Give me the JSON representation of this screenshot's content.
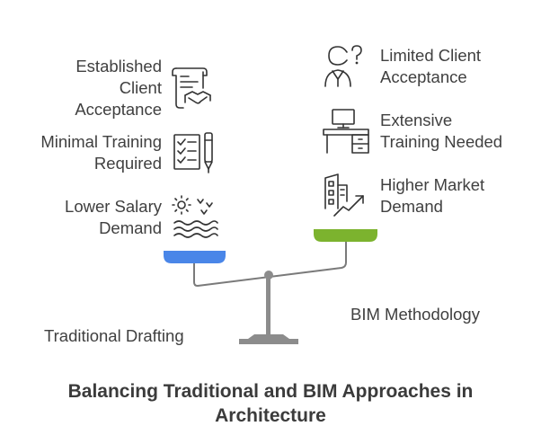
{
  "left": {
    "name": "Traditional Drafting",
    "pan_color": "#4a86e8",
    "items": [
      {
        "lines": [
          "Established",
          "Client",
          "Acceptance"
        ],
        "icon": "contract-handshake-icon"
      },
      {
        "lines": [
          "Minimal Training",
          "Required"
        ],
        "icon": "checklist-pen-icon"
      },
      {
        "lines": [
          "Lower Salary",
          "Demand"
        ],
        "icon": "sun-waves-icon"
      }
    ]
  },
  "right": {
    "name": "BIM Methodology",
    "pan_color": "#7cb32e",
    "items": [
      {
        "lines": [
          "Limited Client",
          "Acceptance"
        ],
        "icon": "person-question-icon"
      },
      {
        "lines": [
          "Extensive",
          "Training Needed"
        ],
        "icon": "computer-desk-icon"
      },
      {
        "lines": [
          "Higher Market",
          "Demand"
        ],
        "icon": "building-growth-icon"
      }
    ]
  },
  "title": {
    "lines": [
      "Balancing Traditional and BIM Approaches in",
      "Architecture"
    ]
  }
}
